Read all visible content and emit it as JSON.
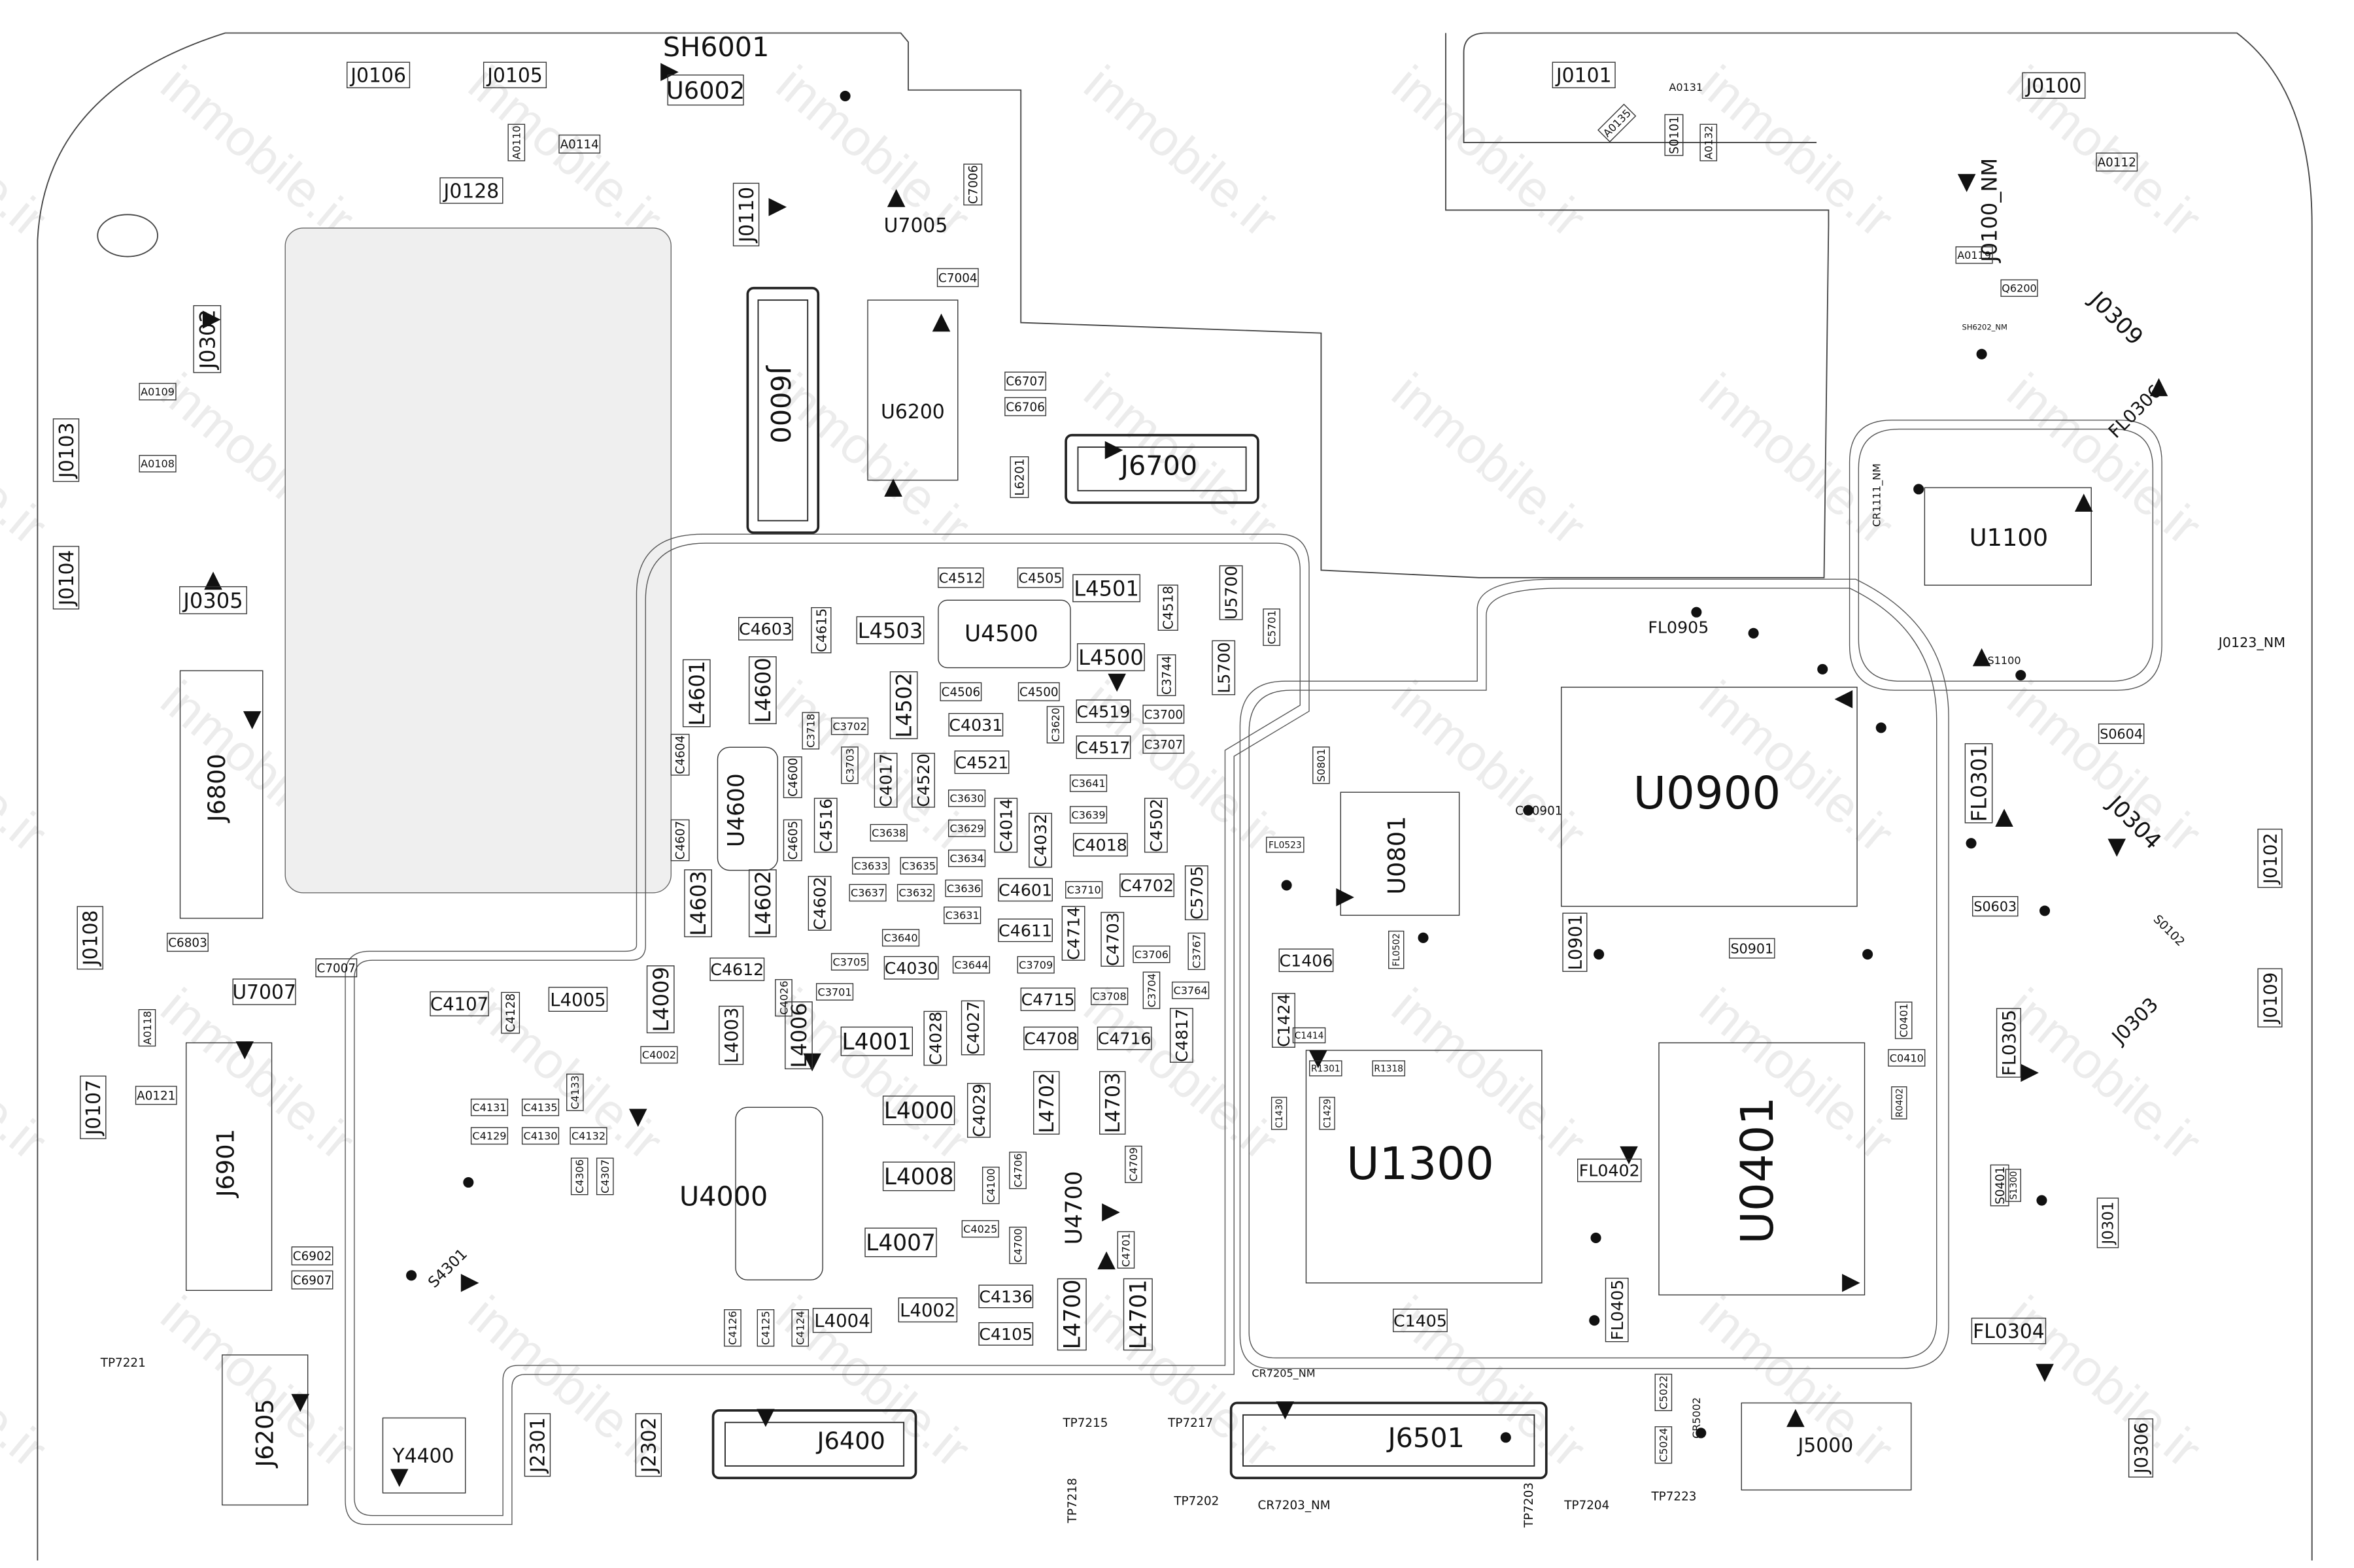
{
  "watermark": "inmobile.ir",
  "labels": [
    "SH6001",
    "U6002",
    "J0106",
    "J0105",
    "J0101",
    "J0100",
    "J0128",
    "J0110",
    "U7005",
    "U6200",
    "J6000",
    "J6700",
    "J0302",
    "J0103",
    "J0104",
    "J0305",
    "J6800",
    "J0108",
    "U7007",
    "J6901",
    "J0107",
    "J6205",
    "Y4400",
    "J2301",
    "J2302",
    "J6400",
    "J6501",
    "J5000",
    "U4500",
    "L4501",
    "L4500",
    "L4503",
    "C4603",
    "L4601",
    "L4600",
    "L4502",
    "U4600",
    "L4603",
    "L4602",
    "L4005",
    "L4009",
    "L4003",
    "L4006",
    "L4001",
    "L4000",
    "L4008",
    "L4007",
    "L4002",
    "L4004",
    "U4000",
    "U4700",
    "L4702",
    "L4703",
    "L4700",
    "L4701",
    "C4107",
    "U5700",
    "L5700",
    "U0900",
    "U0801",
    "U1300",
    "U0401",
    "U1100",
    "FL0905",
    "FL0301",
    "J0309",
    "FL0306",
    "J0304",
    "J0303",
    "S0604",
    "S0603",
    "FL0305",
    "J0301",
    "FL0304",
    "J0306",
    "J0102",
    "J0109",
    "J0123_NM",
    "J0100_NM",
    "L0901",
    "S0901",
    "FL0402",
    "FL0405",
    "C1406",
    "C1424",
    "C1405",
    "C4505",
    "C4512",
    "C4518",
    "C4519",
    "C4517",
    "C4521",
    "C4031",
    "C4506",
    "C4500",
    "C4520",
    "C4017",
    "C4516",
    "C4600",
    "C4605",
    "C4604",
    "C4607",
    "C4014",
    "C4032",
    "C4018",
    "C4502",
    "C4702",
    "C5705",
    "C4601",
    "C4611",
    "C4714",
    "C4703",
    "C4602",
    "C4612",
    "C4030",
    "C4715",
    "C4716",
    "C4708",
    "C4817",
    "C4027",
    "C4028",
    "C4029",
    "C4136",
    "C4105",
    "C4128",
    "C4615",
    "C3744",
    "C3700",
    "C3707",
    "C7006",
    "C7004",
    "C6707",
    "C6706",
    "L6201",
    "C7007",
    "C6803",
    "C6902",
    "C6907",
    "S4301",
    "A0110",
    "A0114",
    "A0112",
    "S0101",
    "A0132",
    "A0135",
    "A0131",
    "A0109",
    "A0108",
    "A0121",
    "A0118",
    "TP7221",
    "TP7215",
    "TP7217",
    "TP7218",
    "TP7202",
    "TP7203",
    "TP7204",
    "TP7223",
    "C5022",
    "C5024",
    "CR5002",
    "S0401",
    "S0102",
    "CR7203_NM",
    "CR7205_NM",
    "S1100",
    "CR0901",
    "FL0523",
    "FL0502",
    "CR1111_NM",
    "A0119",
    "Q6200",
    "SH6202_NM",
    "C4131",
    "C4135",
    "C4133",
    "C4129",
    "C4130",
    "C4132",
    "C4307",
    "C4306",
    "C3702",
    "C3703",
    "C3718",
    "C3633",
    "C3635",
    "C3637",
    "C3632",
    "C3640",
    "C3705",
    "C3701",
    "C3644",
    "C3709",
    "C3708",
    "C3704",
    "C3764",
    "C3706",
    "C3767",
    "C3710",
    "C3639",
    "C3630",
    "C3629",
    "C3634",
    "C3636",
    "C3631",
    "C3638",
    "C3641",
    "C3620",
    "C4026",
    "C4025",
    "C4100",
    "C4700",
    "C4706",
    "C4709",
    "C4701",
    "C4126",
    "C4125",
    "C4124",
    "C4002",
    "C5701",
    "S1300",
    "R0402",
    "C1414",
    "C1430",
    "C1429",
    "R1301",
    "R1318",
    "C0410",
    "C0401",
    "S0801"
  ]
}
